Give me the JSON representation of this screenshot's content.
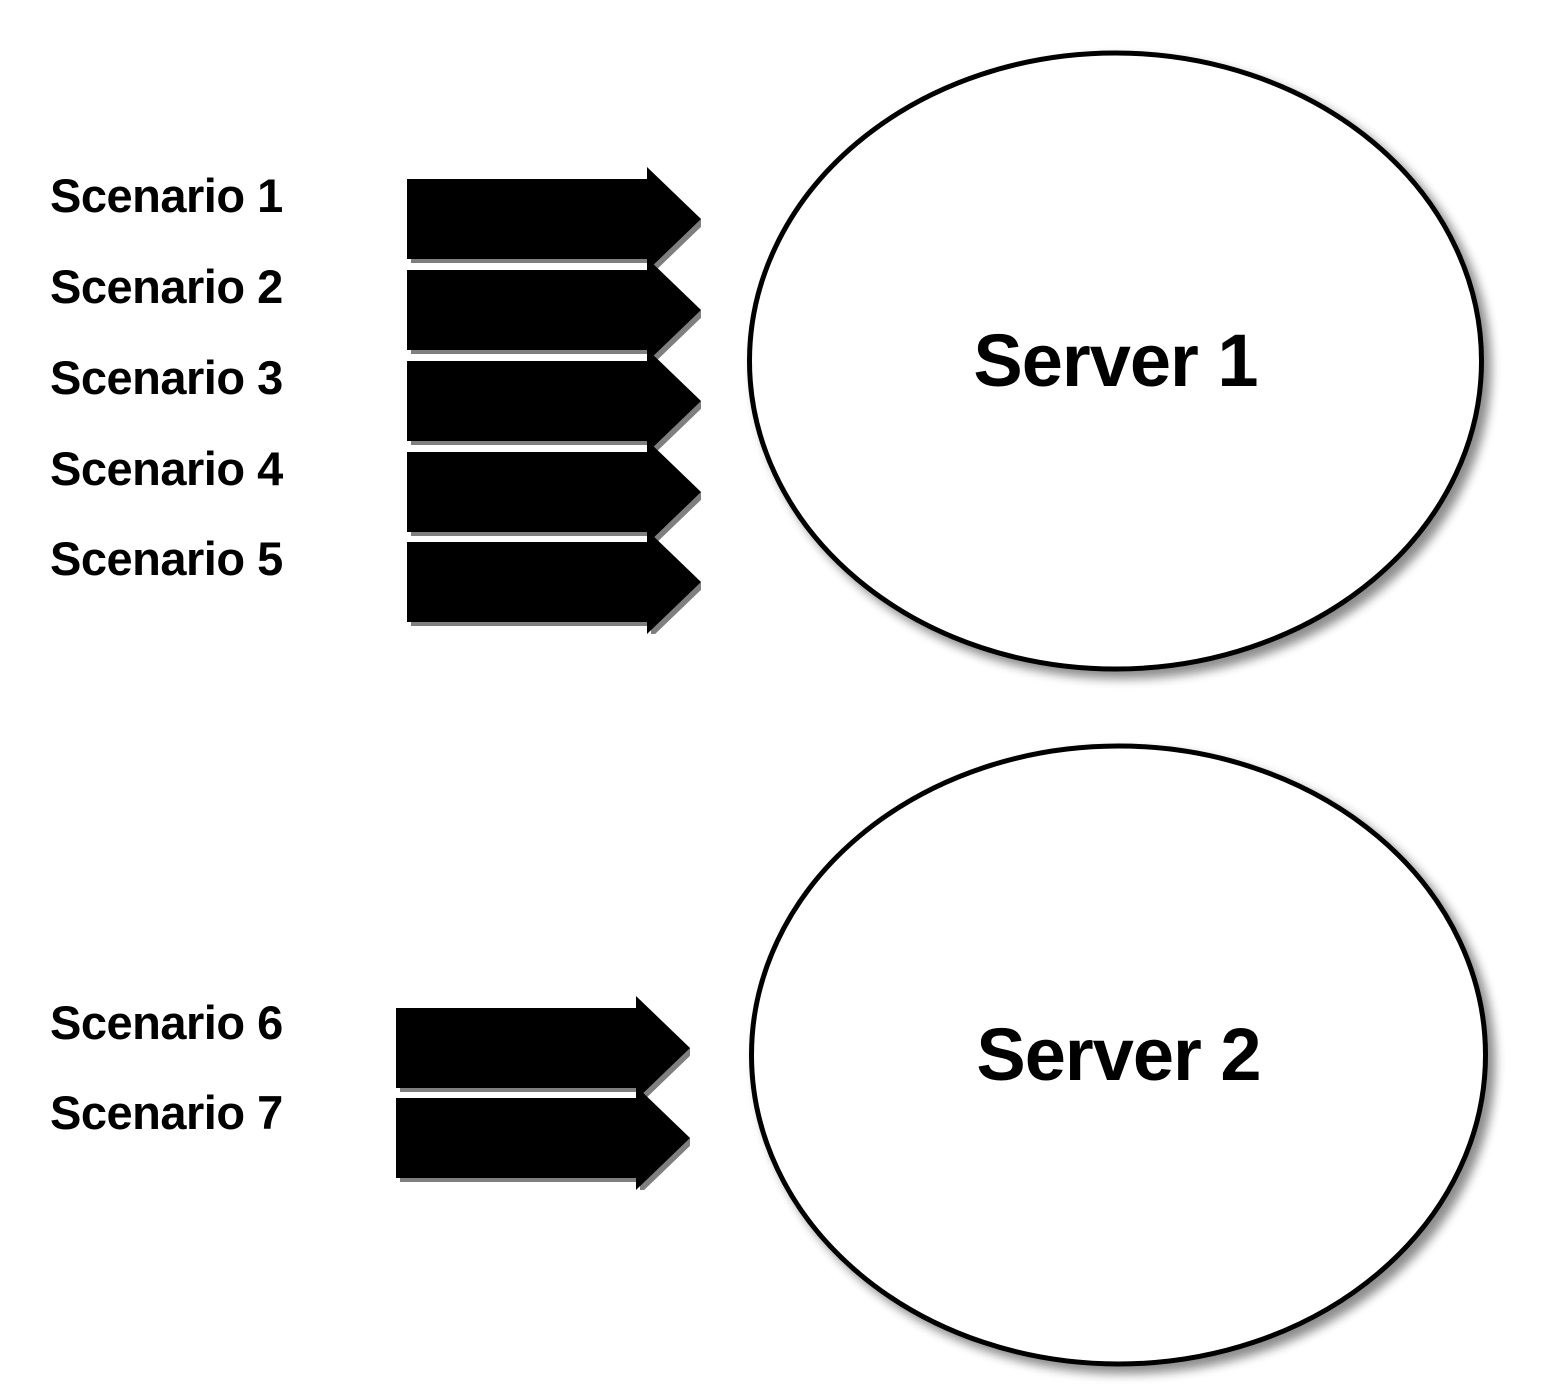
{
  "diagram": {
    "type": "node-arrow-diagram",
    "background_color": "#ffffff",
    "stroke_color": "#000000",
    "arrow_color": "#000000",
    "arrow_shadow_color": "#808080",
    "groups": [
      {
        "server": {
          "label": "Server 1",
          "shape": "ellipse"
        },
        "scenarios": [
          {
            "label": "Scenario 1",
            "arrow": "block-arrow-right"
          },
          {
            "label": "Scenario 2",
            "arrow": "block-arrow-right"
          },
          {
            "label": "Scenario 3",
            "arrow": "block-arrow-right"
          },
          {
            "label": "Scenario 4",
            "arrow": "block-arrow-right"
          },
          {
            "label": "Scenario 5",
            "arrow": "block-arrow-right"
          }
        ]
      },
      {
        "server": {
          "label": "Server 2",
          "shape": "ellipse"
        },
        "scenarios": [
          {
            "label": "Scenario 6",
            "arrow": "block-arrow-right"
          },
          {
            "label": "Scenario 7",
            "arrow": "block-arrow-right"
          }
        ]
      }
    ]
  }
}
